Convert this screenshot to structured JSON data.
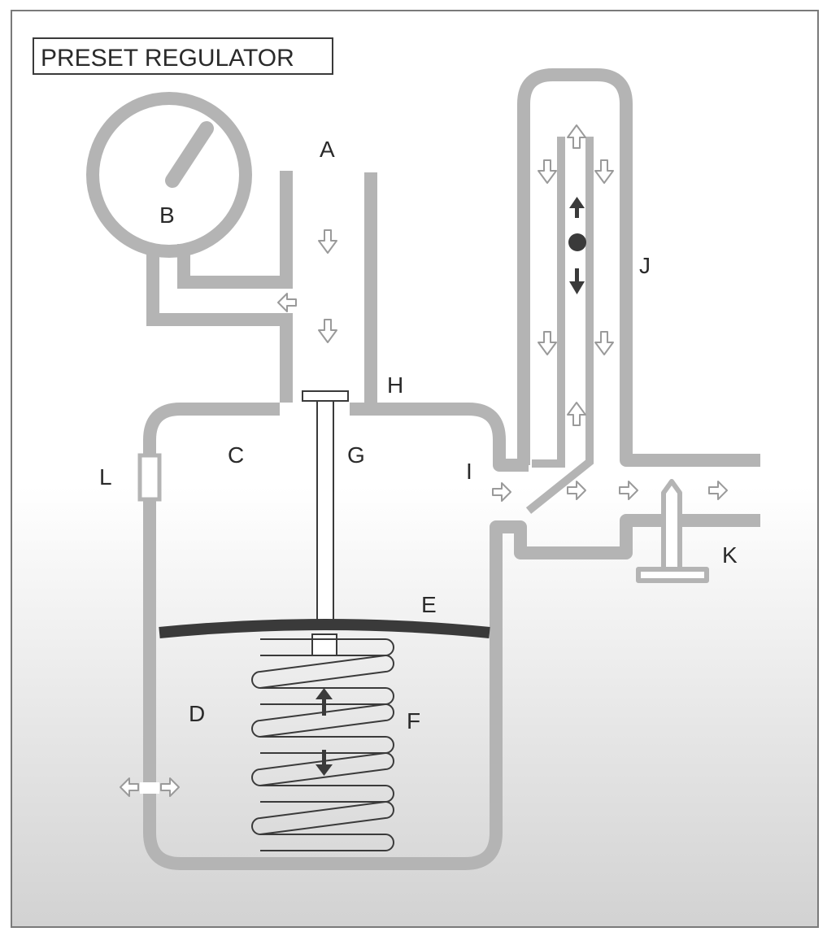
{
  "title": "PRESET REGULATOR",
  "colors": {
    "pipe": "#b4b4b4",
    "outline": "#3a3a3a",
    "diaphragm": "#3a3a3a",
    "arrow_fill": "#ffffff",
    "arrow_stroke": "#9a9a9a",
    "dark_arrow": "#3a3a3a",
    "background_top": "#ffffff",
    "background_bottom": "#d2d2d2"
  },
  "labels": {
    "A": "A",
    "B": "B",
    "C": "C",
    "D": "D",
    "E": "E",
    "F": "F",
    "G": "G",
    "H": "H",
    "I": "I",
    "J": "J",
    "K": "K",
    "L": "L"
  },
  "icons": {
    "gauge": "pressure-gauge-icon",
    "flow_arrow": "hollow-arrow-icon",
    "motion_arrow": "solid-arrow-icon",
    "spring": "coil-spring-icon",
    "ball": "ball-float-icon"
  }
}
